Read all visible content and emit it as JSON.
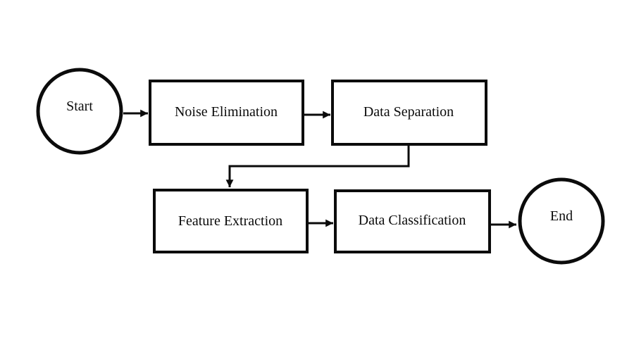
{
  "diagram": {
    "type": "flowchart",
    "background_color": "#ffffff",
    "stroke_color": "#0b0b0b",
    "nodes": {
      "start": {
        "label": "Start",
        "shape": "circle"
      },
      "noise_elimination": {
        "label": "Noise Elimination",
        "shape": "rect"
      },
      "data_separation": {
        "label": "Data Separation",
        "shape": "rect"
      },
      "feature_extraction": {
        "label": "Feature Extraction",
        "shape": "rect"
      },
      "data_classification": {
        "label": "Data Classification",
        "shape": "rect"
      },
      "end": {
        "label": "End",
        "shape": "circle"
      }
    },
    "edges": [
      {
        "from": "start",
        "to": "noise_elimination",
        "style": "straight-arrow"
      },
      {
        "from": "noise_elimination",
        "to": "data_separation",
        "style": "straight-arrow"
      },
      {
        "from": "data_separation",
        "to": "feature_extraction",
        "style": "elbow-arrow"
      },
      {
        "from": "feature_extraction",
        "to": "data_classification",
        "style": "straight-arrow"
      },
      {
        "from": "data_classification",
        "to": "end",
        "style": "straight-arrow"
      }
    ]
  }
}
